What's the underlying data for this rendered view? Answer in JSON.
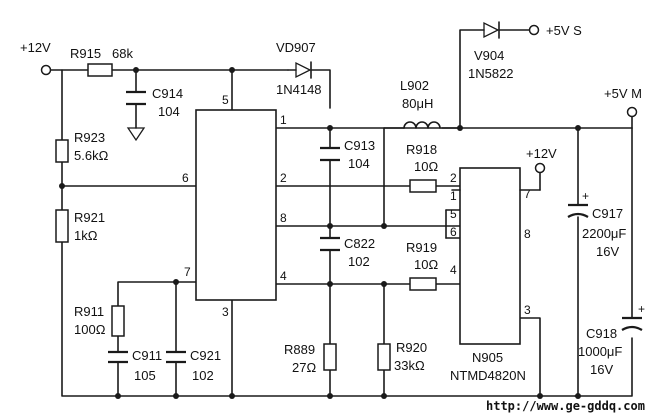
{
  "terminals": {
    "v12_in": "+12V",
    "v5_s": "+5V  S",
    "v5_m": "+5V  M",
    "v12_ic": "+12V"
  },
  "parts": {
    "R915": {
      "ref": "R915",
      "value": "68k"
    },
    "VD907": {
      "ref": "VD907",
      "value": "1N4148"
    },
    "V904": {
      "ref": "V904",
      "value": "1N5822"
    },
    "L902": {
      "ref": "L902",
      "value": "80μH"
    },
    "C914": {
      "ref": "C914",
      "value": "104"
    },
    "R923": {
      "ref": "R923",
      "value": "5.6kΩ"
    },
    "R921": {
      "ref": "R921",
      "value": "1kΩ"
    },
    "C913": {
      "ref": "C913",
      "value": "104"
    },
    "R918": {
      "ref": "R918",
      "value": "10Ω"
    },
    "C822": {
      "ref": "C822",
      "value": "102"
    },
    "R919": {
      "ref": "R919",
      "value": "10Ω"
    },
    "C917": {
      "ref": "C917",
      "value": "2200μF",
      "voltage": "16V"
    },
    "C918": {
      "ref": "C918",
      "value": "1000μF",
      "voltage": "16V"
    },
    "R911": {
      "ref": "R911",
      "value": "100Ω"
    },
    "C911": {
      "ref": "C911",
      "value": "105"
    },
    "C921": {
      "ref": "C921",
      "value": "102"
    },
    "R889": {
      "ref": "R889",
      "value": "27Ω"
    },
    "R920": {
      "ref": "R920",
      "value": "33kΩ"
    },
    "N905": {
      "ref": "N905",
      "value": "NTMD4820N"
    }
  },
  "ic_left_pins": [
    "5",
    "1",
    "6",
    "2",
    "8",
    "7",
    "4",
    "3"
  ],
  "ic_right_pins": [
    "2",
    "1",
    "7",
    "5",
    "6",
    "8",
    "4",
    "3"
  ],
  "polarity": {
    "c917": "+",
    "c918": "+"
  },
  "watermark": "http://www.ge-gddq.com"
}
